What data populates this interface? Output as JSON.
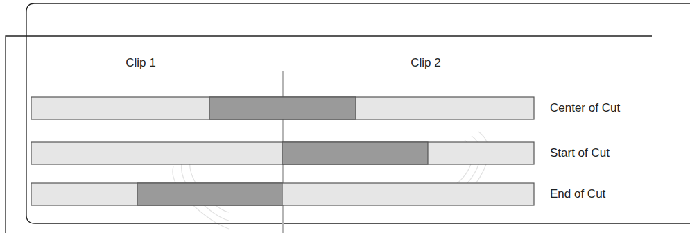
{
  "diagram": {
    "labels": [
      "Clip 1",
      "Clip 2",
      "Center of Cut",
      "Start of Cut",
      "End of Cut"
    ]
  }
}
